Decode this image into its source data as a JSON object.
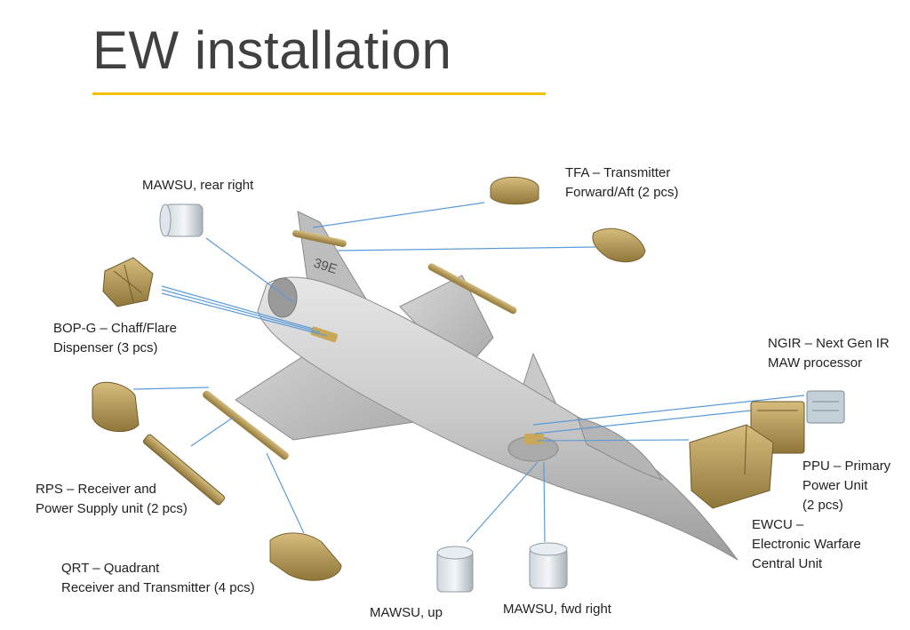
{
  "title": "EW installation",
  "accent_color": "#f2c200",
  "component_color": "#b39a5a",
  "leader_color": "#5b9bd5",
  "aircraft_marking": "39E",
  "labels": {
    "mawsu_rear_right": "MAWSU, rear right",
    "tfa_1": "TFA – Transmitter",
    "tfa_2": "Forward/Aft (2 pcs)",
    "bop_1": "BOP-G – Chaff/Flare",
    "bop_2": "Dispenser (3 pcs)",
    "ngir_1": "NGIR – Next Gen IR",
    "ngir_2": "MAW processor",
    "rps_1": "RPS – Receiver and",
    "rps_2": "Power Supply unit (2 pcs)",
    "ppu_1": "PPU – Primary",
    "ppu_2": "Power Unit",
    "ppu_3": "(2 pcs)",
    "ewcu_1": "EWCU –",
    "ewcu_2": "Electronic Warfare",
    "ewcu_3": "Central Unit",
    "qrt_1": "QRT – Quadrant",
    "qrt_2": "Receiver and Transmitter (4 pcs)",
    "mawsu_up": "MAWSU, up",
    "mawsu_fwd_right": "MAWSU, fwd right"
  }
}
